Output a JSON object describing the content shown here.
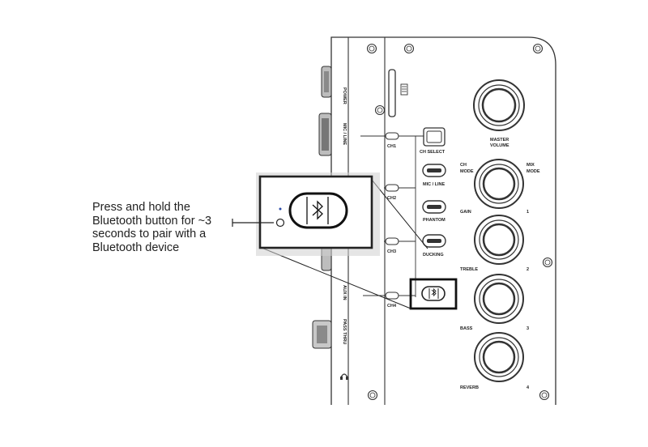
{
  "instruction": {
    "lines": [
      "Press and hold the",
      "Bluetooth button for ~3",
      "seconds to pair with a",
      "Bluetooth device"
    ]
  },
  "panel": {
    "side_labels": [
      "POWER",
      "MIC / LINE",
      "AUX IN",
      "PASS THRU"
    ],
    "channels": [
      "CH1",
      "CH2",
      "CH3",
      "CH4"
    ],
    "buttons": {
      "ch_select": "CH SELECT",
      "mic_line": "MIC / LINE",
      "phantom": "PHANTOM",
      "ducking": "DUCKING"
    },
    "knobs": {
      "master": [
        "MASTER",
        "VOLUME"
      ],
      "ch_mode": [
        "CH",
        "MODE"
      ],
      "mix_mode": [
        "MIX",
        "MODE"
      ],
      "gain": "GAIN",
      "treble": "TREBLE",
      "bass": "BASS",
      "reverb": "REVERB",
      "n1": "1",
      "n2": "2",
      "n3": "3",
      "n4": "4"
    }
  },
  "icons": {
    "bluetooth": "bluetooth-icon",
    "headphones": "headphones-icon",
    "battery": "battery-icon"
  }
}
